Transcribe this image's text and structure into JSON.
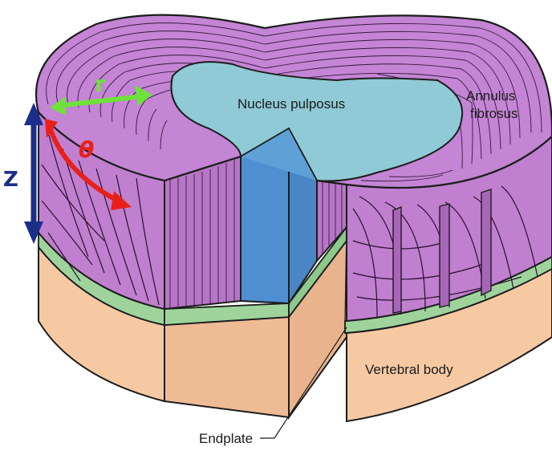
{
  "labels": {
    "nucleus": "Nucleus pulposus",
    "annulus_line1": "Annulus",
    "annulus_line2": "fibrosus",
    "vertebral_body": "Vertebral body",
    "endplate": "Endplate"
  },
  "axes": {
    "r": "r",
    "theta": "θ",
    "z": "Z"
  },
  "colors": {
    "annulus": "#c385d4",
    "annulus_side": "#c07fcf",
    "nucleus": "#8fcad6",
    "nucleus_cut": "#4f8fd1",
    "endplate": "#9ed49c",
    "vertebra": "#f6c9a3",
    "vertebra_cut": "#efbb95",
    "outline": "#1c1c1c",
    "r_arrow": "#6ee23a",
    "theta_arrow": "#e8201a",
    "z_arrow": "#1b2f8a"
  }
}
